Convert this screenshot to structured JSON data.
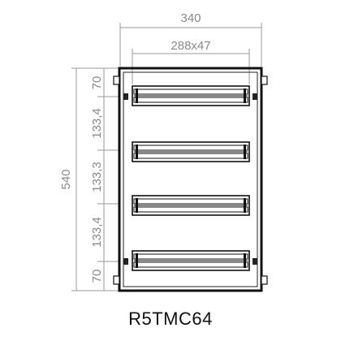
{
  "model": "R5TMC64",
  "dimensions": {
    "width_total": "340",
    "width_rail": "288x47",
    "height_total": "540",
    "top_margin": "70",
    "spacing_1": "133,4",
    "spacing_2": "133,3",
    "spacing_3": "133,4",
    "bottom_margin": "70"
  },
  "rails": [
    {
      "name": "rail-1"
    },
    {
      "name": "rail-2"
    },
    {
      "name": "rail-3"
    },
    {
      "name": "rail-4"
    }
  ]
}
